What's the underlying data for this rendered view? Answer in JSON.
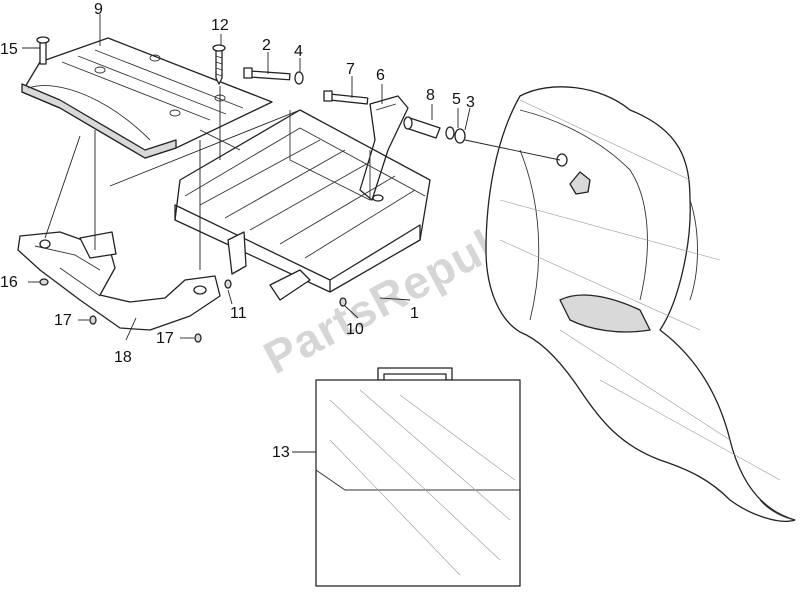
{
  "watermark": "PartsRepublik",
  "callouts": {
    "c1": "1",
    "c2": "2",
    "c3": "3",
    "c4": "4",
    "c5": "5",
    "c6": "6",
    "c7": "7",
    "c8": "8",
    "c9": "9",
    "c10": "10",
    "c11": "11",
    "c12": "12",
    "c13": "13",
    "c15": "15",
    "c16": "16",
    "c17a": "17",
    "c17b": "17",
    "c18": "18"
  }
}
